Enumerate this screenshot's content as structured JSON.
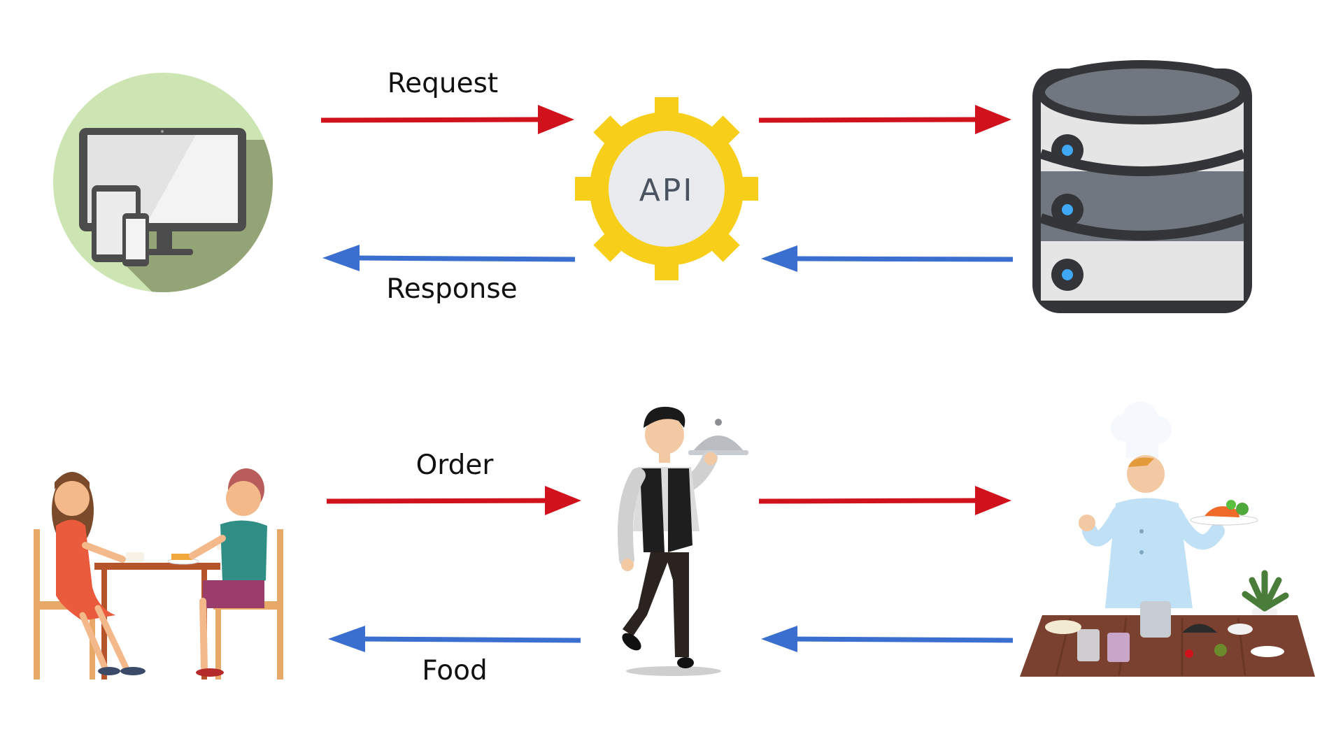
{
  "diagram": {
    "labels": {
      "request": "Request",
      "response": "Response",
      "order": "Order",
      "food": "Food",
      "api": "API"
    },
    "nodes": {
      "client": "devices-icon",
      "api": "gear-icon",
      "database": "database-icon",
      "customers": "customers-icon",
      "waiter": "waiter-icon",
      "chef": "chef-icon"
    }
  },
  "colors": {
    "request_arrow": "#d0121c",
    "response_arrow": "#3a6fd0",
    "gear": "#f7cf1a",
    "device_bg": "#cde5b2",
    "database_body": "#707780",
    "background": "#ffffff"
  }
}
